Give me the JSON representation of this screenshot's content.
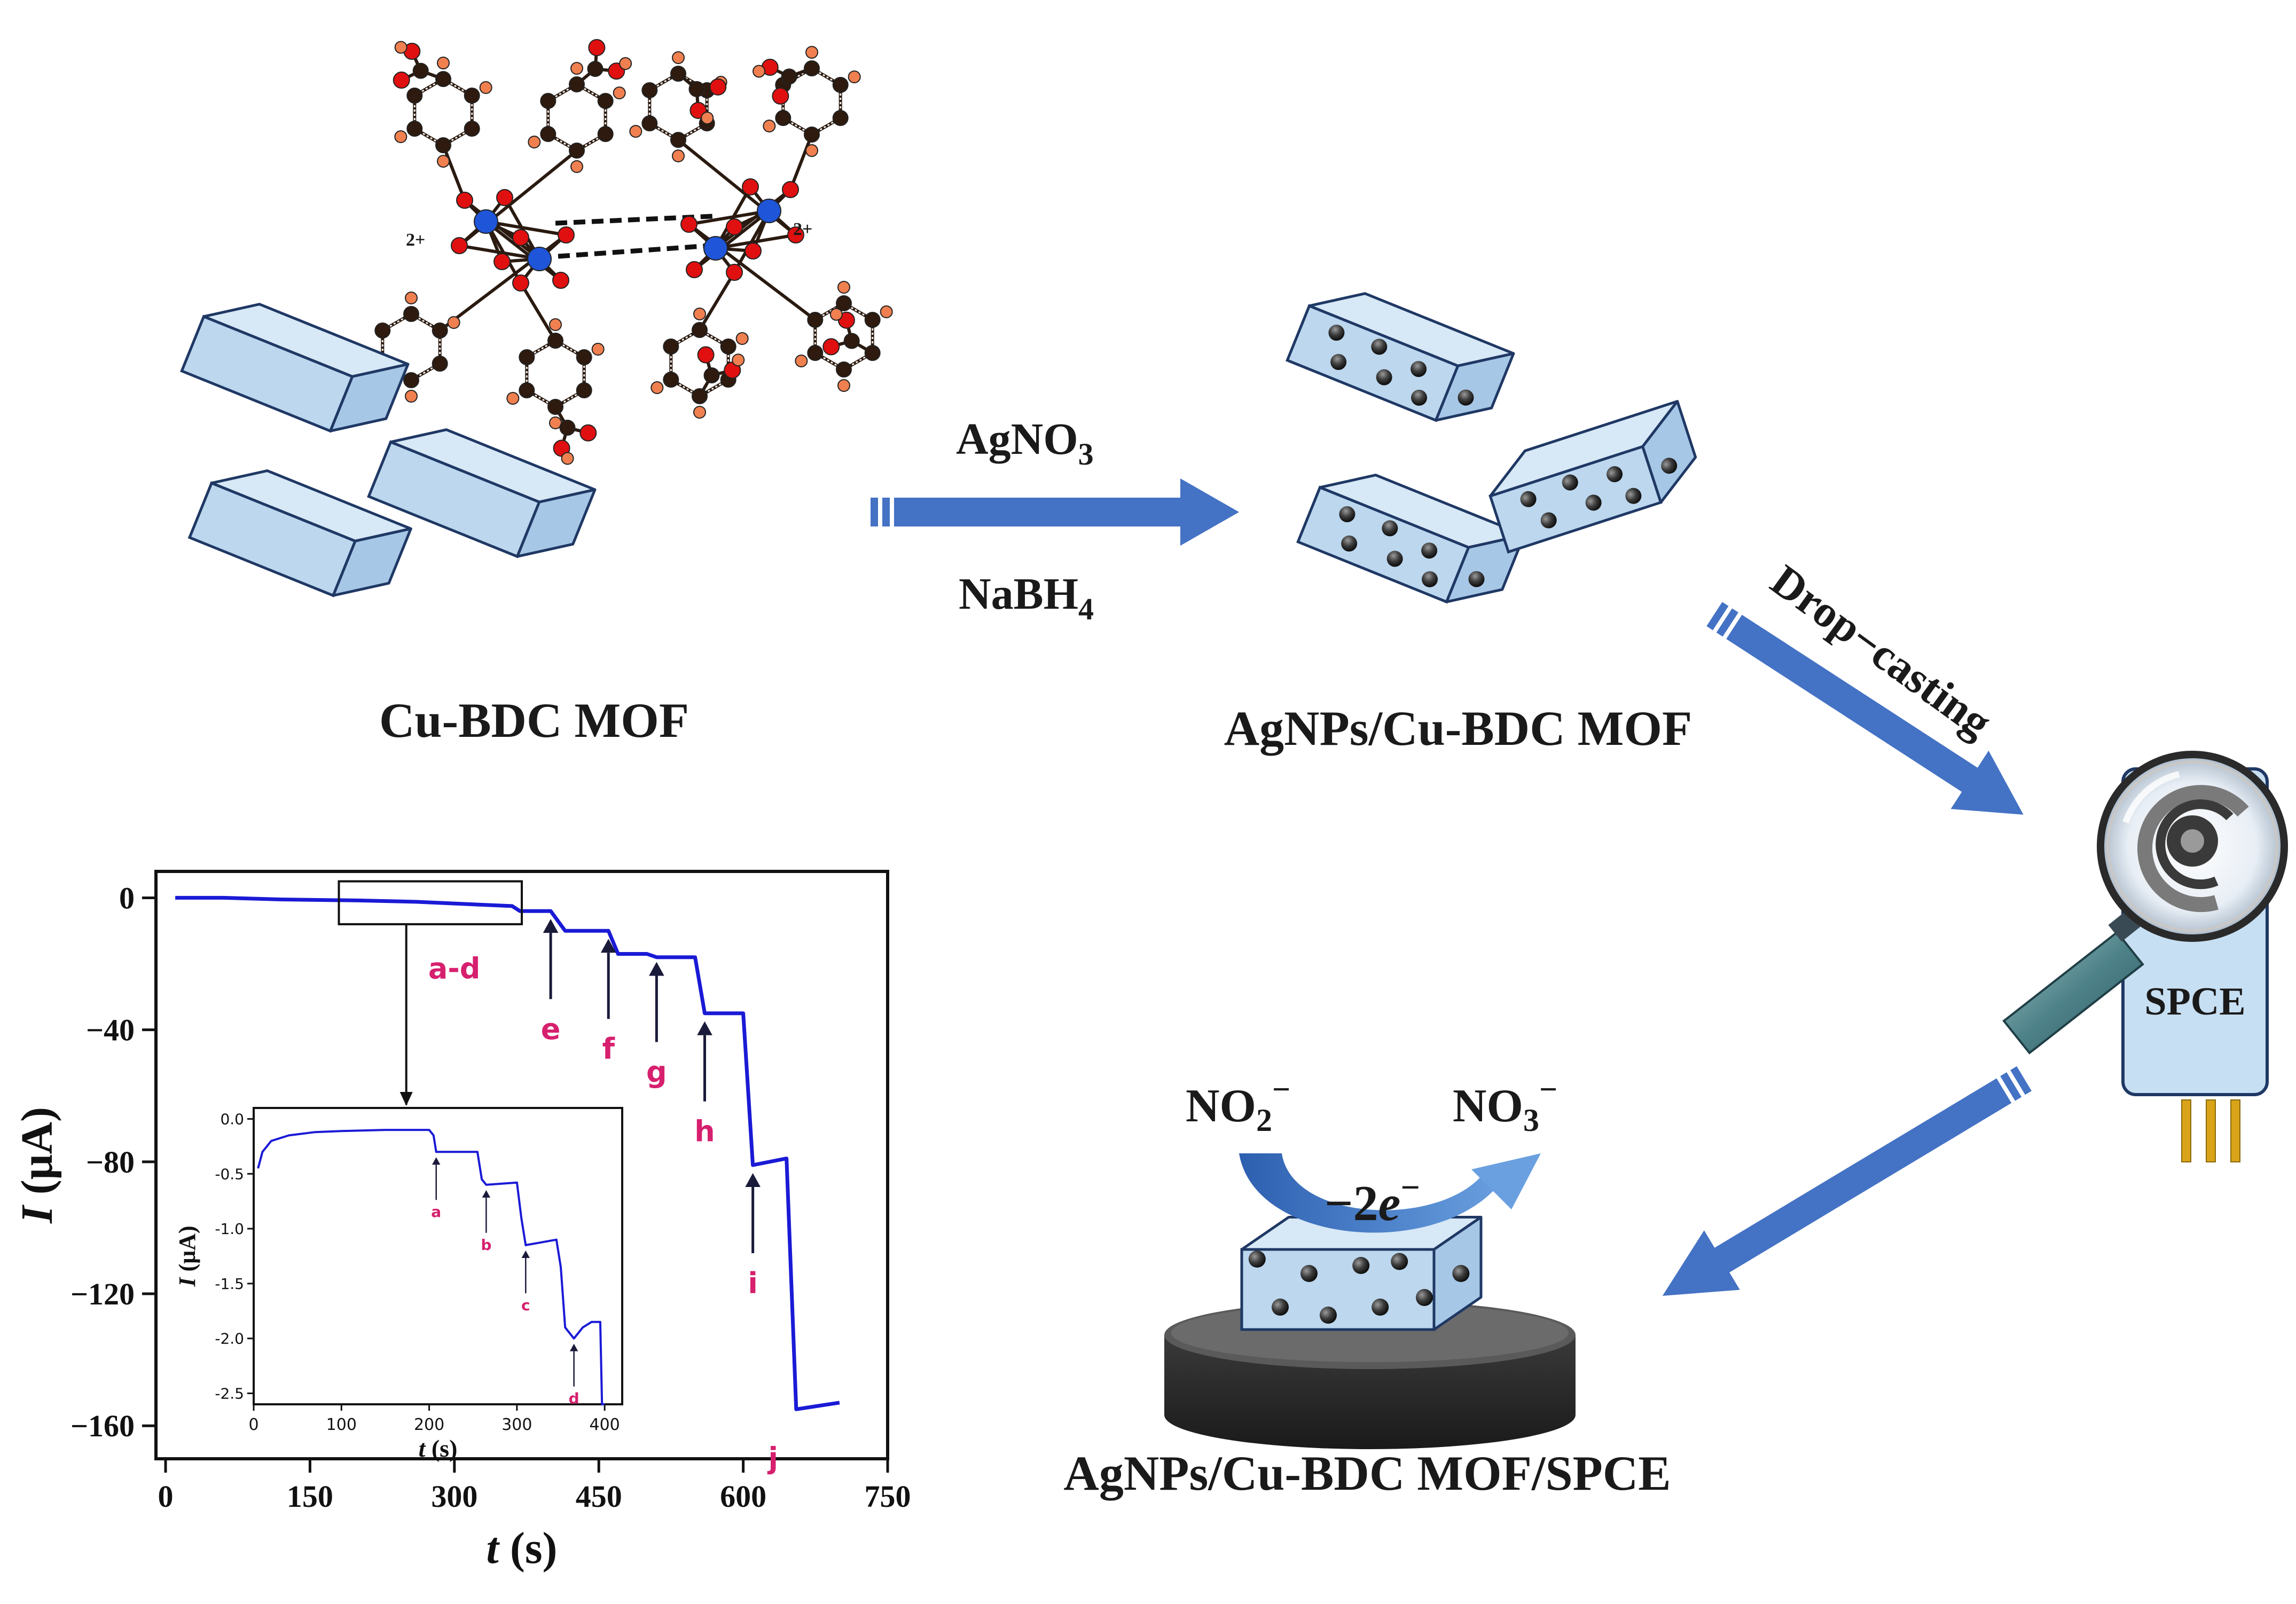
{
  "labels": {
    "cu_bdc_mof": "Cu-BDC MOF",
    "agnps_mof": "AgNPs/Cu-BDC MOF",
    "agnps_mof_spce": "AgNPs/Cu-BDC MOF/SPCE",
    "reagent1_base": "AgNO",
    "reagent1_sub": "3",
    "reagent2_base": "NaBH",
    "reagent2_sub": "4",
    "drop_casting": "Drop−casting",
    "spce": "SPCE",
    "reactant_base": "NO",
    "reactant_sub": "2",
    "reactant_sup": "−",
    "product_base": "NO",
    "product_sub": "3",
    "product_sup": "−",
    "electrons_prefix": "−2",
    "electrons_e": "e",
    "electrons_sup": "−",
    "charge_left": "2+",
    "charge_right": "2+"
  },
  "colors": {
    "arrow_blue": "#4472c4",
    "crystal_fill": "#bcd7ee",
    "crystal_stroke": "#1f3864",
    "trace_blue": "#1a1ad6",
    "marker_magenta": "#d6206e",
    "metal_blue": "#1f55d9",
    "oxygen_red": "#e01010",
    "carbon_dark": "#2e1a0e",
    "hydrogen_orange": "#f08050"
  },
  "chart_data": [
    {
      "type": "line",
      "xlabel_italic": "t",
      "xlabel_unit": " (s)",
      "ylabel_italic": "I",
      "ylabel_unit": " (μA)",
      "xlim": [
        -10,
        750
      ],
      "ylim": [
        -170,
        8
      ],
      "xticks": [
        0,
        150,
        300,
        450,
        600,
        750
      ],
      "yticks": [
        0,
        -40,
        -80,
        -120,
        -160
      ],
      "x": [
        10,
        60,
        120,
        200,
        260,
        320,
        360,
        368,
        400,
        415,
        460,
        470,
        500,
        510,
        550,
        560,
        600,
        610,
        645,
        655,
        700
      ],
      "y": [
        0,
        0,
        -0.5,
        -0.8,
        -1.2,
        -2,
        -2.5,
        -4,
        -4,
        -10,
        -10,
        -17,
        -17,
        -18,
        -18,
        -35,
        -35,
        -81,
        -79,
        -155,
        -153
      ],
      "markers": [
        {
          "label": "a-d",
          "x": 250,
          "y": -5
        },
        {
          "label": "e",
          "x": 400,
          "y": -4
        },
        {
          "label": "f",
          "x": 460,
          "y": -10
        },
        {
          "label": "g",
          "x": 510,
          "y": -17
        },
        {
          "label": "h",
          "x": 560,
          "y": -35
        },
        {
          "label": "i",
          "x": 610,
          "y": -81
        },
        {
          "label": "j",
          "x": 645,
          "y": -155
        }
      ],
      "zoom_box": {
        "x": [
          180,
          370
        ],
        "y": [
          -8,
          5
        ]
      }
    },
    {
      "type": "line",
      "xlabel_italic": "t",
      "xlabel_unit": " (s)",
      "ylabel_italic": "I",
      "ylabel_unit": " (μA)",
      "xlim": [
        0,
        420
      ],
      "ylim": [
        -2.6,
        0.1
      ],
      "xticks": [
        0,
        100,
        200,
        300,
        400
      ],
      "yticks": [
        "0.0",
        "-0.5",
        "-1.0",
        "-1.5",
        "-2.0",
        "-2.5"
      ],
      "x": [
        5,
        10,
        20,
        40,
        70,
        100,
        150,
        200,
        205,
        208,
        255,
        260,
        265,
        300,
        305,
        310,
        345,
        350,
        355,
        365,
        375,
        385,
        395,
        397,
        400
      ],
      "y": [
        -0.45,
        -0.3,
        -0.2,
        -0.15,
        -0.12,
        -0.11,
        -0.1,
        -0.1,
        -0.15,
        -0.3,
        -0.3,
        -0.55,
        -0.6,
        -0.58,
        -0.9,
        -1.15,
        -1.1,
        -1.35,
        -1.9,
        -2.0,
        -1.9,
        -1.85,
        -1.85,
        -2.6,
        -2.6
      ],
      "markers": [
        {
          "label": "a",
          "x": 208,
          "y": -0.3
        },
        {
          "label": "b",
          "x": 265,
          "y": -0.6
        },
        {
          "label": "c",
          "x": 310,
          "y": -1.15
        },
        {
          "label": "d",
          "x": 365,
          "y": -2.0
        }
      ]
    }
  ]
}
